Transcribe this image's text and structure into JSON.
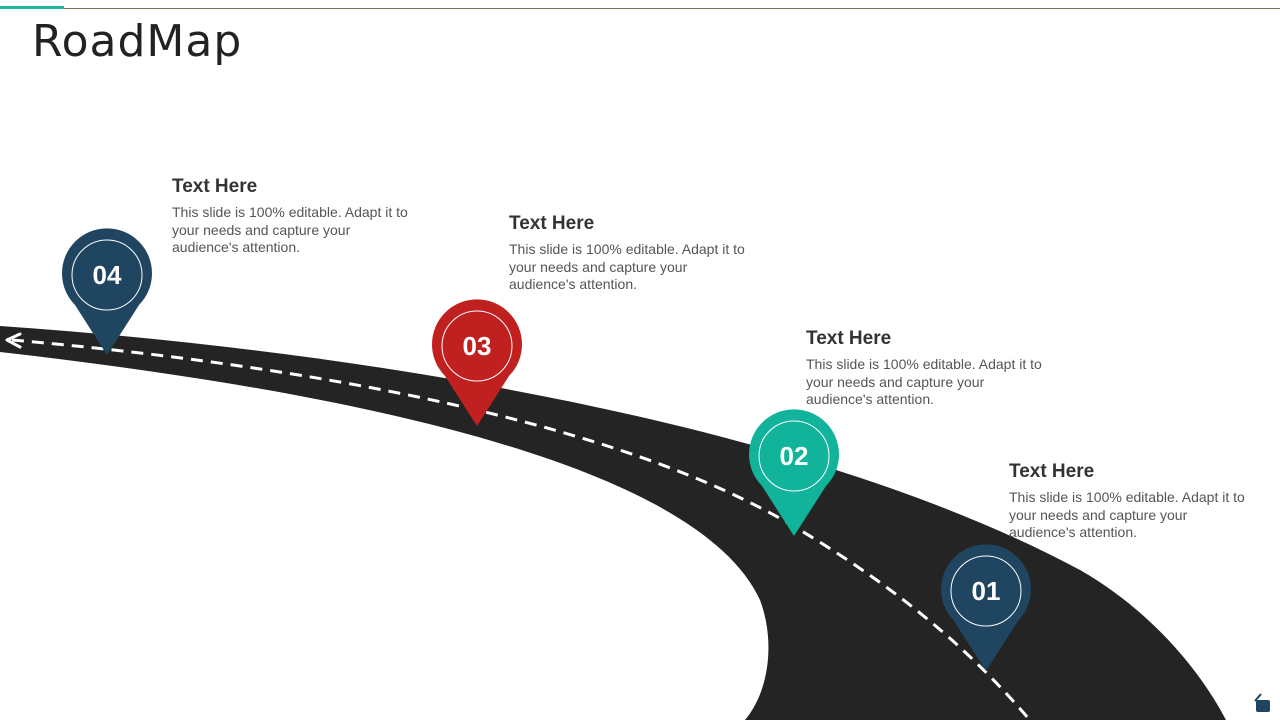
{
  "slide": {
    "title": "RoadMap"
  },
  "colors": {
    "road": "#242424",
    "dash": "#ffffff",
    "navy": "#1f4560",
    "red": "#c0201f",
    "teal": "#12b39b",
    "accent": "#1fb3a0"
  },
  "milestones": [
    {
      "number": "01",
      "color": "navy",
      "heading": "Text Here",
      "body": "This slide is 100% editable. Adapt it to your needs and capture your audience's attention."
    },
    {
      "number": "02",
      "color": "teal",
      "heading": "Text Here",
      "body": "This slide is 100% editable. Adapt it to your needs and capture your audience's attention."
    },
    {
      "number": "03",
      "color": "red",
      "heading": "Text Here",
      "body": "This slide is 100% editable. Adapt it to your needs and capture your audience's attention."
    },
    {
      "number": "04",
      "color": "navy",
      "heading": "Text Here",
      "body": "This slide is 100% editable. Adapt it to your needs and capture your audience's attention."
    }
  ],
  "icons": {
    "road_arrow": "arrow-left-icon",
    "corner": "edit-icon"
  }
}
